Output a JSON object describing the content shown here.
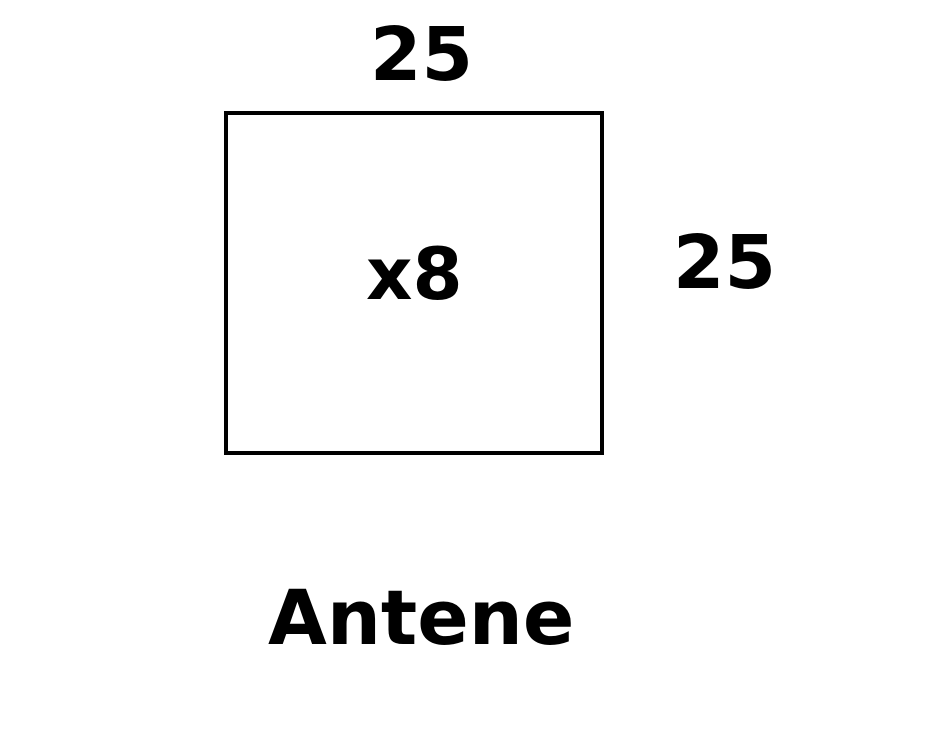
{
  "diagram": {
    "top_dimension": "25",
    "side_dimension": "25",
    "quantity": "x8",
    "item_name": "Antene"
  },
  "colors": {
    "ink": "#000000",
    "background": "#ffffff"
  }
}
